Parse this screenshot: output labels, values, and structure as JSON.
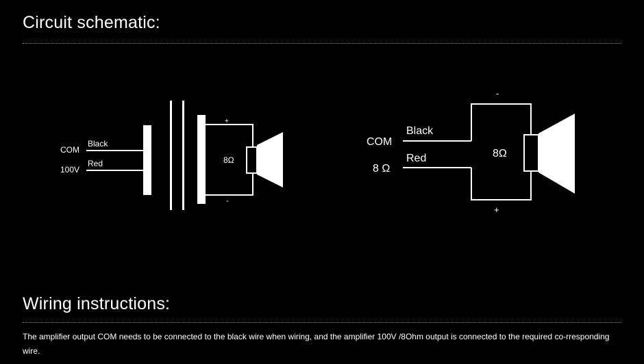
{
  "headings": {
    "circuit": "Circuit schematic:",
    "wiring": "Wiring instructions:"
  },
  "left_diagram": {
    "com_label": "COM",
    "tap_label": "100V",
    "black_wire_label": "Black",
    "red_wire_label": "Red",
    "plus_sign": "+",
    "minus_sign": "-",
    "impedance": "8Ω"
  },
  "right_diagram": {
    "com_label": "COM",
    "tap_label": "8 Ω",
    "black_wire_label": "Black",
    "red_wire_label": "Red",
    "minus_sign": "-",
    "plus_sign": "+",
    "impedance": "8Ω"
  },
  "instructions": {
    "text": "The amplifier output COM needs to be connected to the black wire when wiring, and the amplifier 100V /8Ohm output is connected to the required co-rresponding wire."
  }
}
